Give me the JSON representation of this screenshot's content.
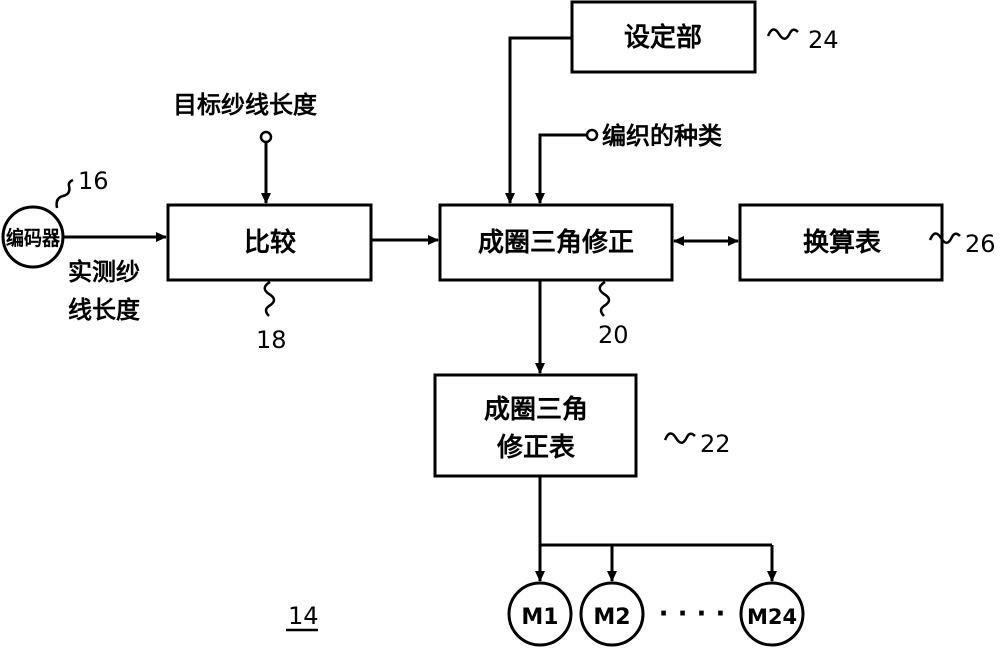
{
  "blocks": {
    "setting": {
      "label": "设定部",
      "ref": "24"
    },
    "compare": {
      "label": "比较",
      "ref": "18"
    },
    "correction": {
      "label": "成圈三角修正",
      "ref": "20"
    },
    "conversion": {
      "label": "换算表",
      "ref": "26"
    },
    "table": {
      "line1": "成圈三角",
      "line2": "修正表",
      "ref": "22"
    }
  },
  "encoder": {
    "label": "编码器",
    "ref": "16"
  },
  "inputs": {
    "target": "目标纱线长度",
    "knit_type": "编织的种类",
    "measured_line1": "实测纱",
    "measured_line2": "线长度"
  },
  "motors": {
    "m1": "M1",
    "m2": "M2",
    "m24": "M24",
    "ellipsis": "· · · ·"
  },
  "figure_ref": "14"
}
